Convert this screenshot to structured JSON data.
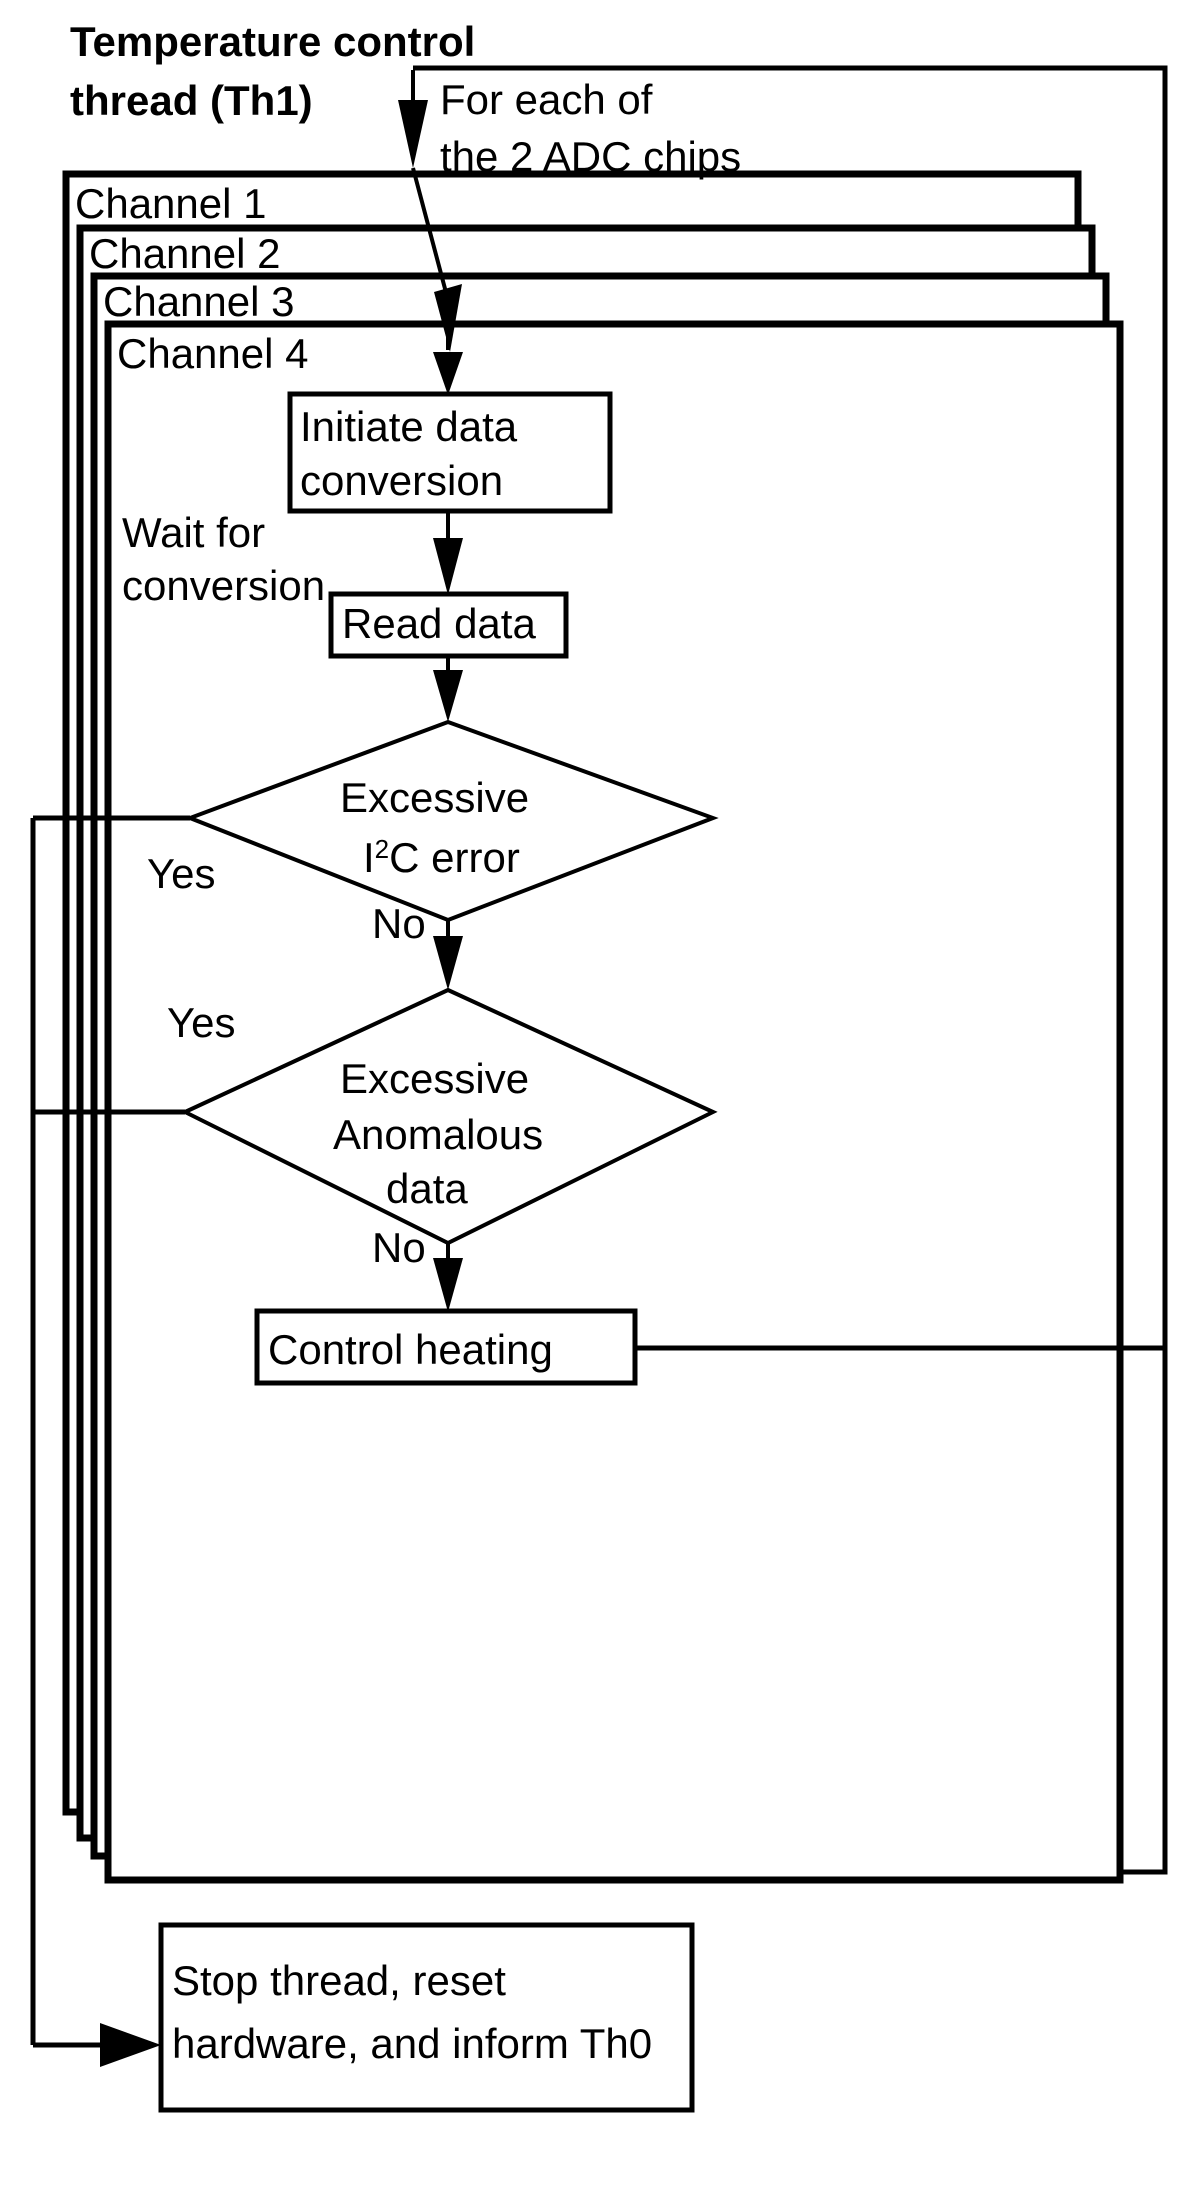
{
  "diagram": {
    "title": "Temperature control thread (Th1)",
    "title_lines": [
      "Temperature control",
      "thread (Th1)"
    ],
    "loop_label_lines": [
      "For each of",
      "the 2 ADC chips"
    ],
    "channels": [
      {
        "label": "Channel 1"
      },
      {
        "label": "Channel 2"
      },
      {
        "label": "Channel 3"
      },
      {
        "label": "Channel 4"
      }
    ],
    "nodes": {
      "initiate": {
        "lines": [
          "Initiate data",
          "conversion"
        ],
        "shape": "process"
      },
      "wait": {
        "lines": [
          "Wait for",
          "conversion"
        ],
        "shape": "annotation"
      },
      "read": {
        "lines": [
          "Read data"
        ],
        "shape": "process"
      },
      "i2c_decision": {
        "lines": [
          "Excessive",
          "I2C error"
        ],
        "line2_prefix": "I",
        "line2_sup": "2",
        "line2_suffix": "C error",
        "shape": "decision"
      },
      "anomalous_decision": {
        "lines": [
          "Excessive",
          "Anomalous",
          "data"
        ],
        "shape": "decision"
      },
      "control": {
        "lines": [
          "Control heating"
        ],
        "shape": "process"
      },
      "stop": {
        "lines": [
          "Stop thread, reset",
          "hardware, and inform Th0"
        ],
        "shape": "process"
      }
    },
    "edge_labels": {
      "i2c_yes": "Yes",
      "i2c_no": "No",
      "anom_yes": "Yes",
      "anom_no": "No"
    },
    "colors": {
      "stroke": "#000000",
      "fill": "#ffffff",
      "background": "#ffffff"
    }
  }
}
